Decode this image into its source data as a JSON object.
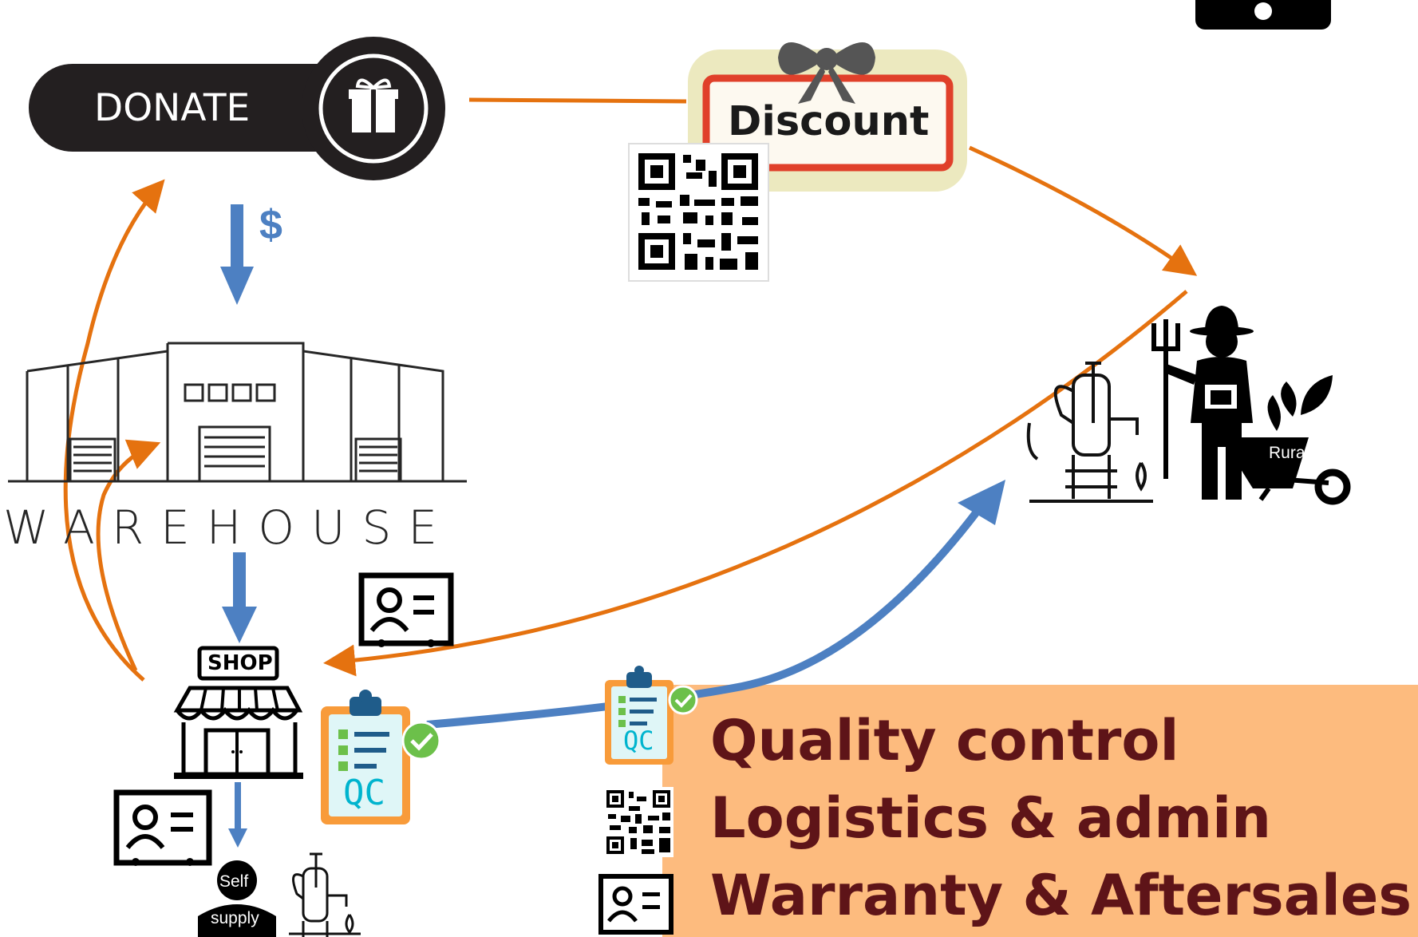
{
  "diagram": {
    "donate_label": "DONATE",
    "money_label": "$",
    "warehouse_label": "WAREHOUSE",
    "discount_label": "Discount",
    "shop_label": "SHOP",
    "rural_label": "Rural",
    "self_label": "Self",
    "supply_label": "supply",
    "qc_label": "QC",
    "legend": {
      "line1": "Quality control",
      "line2": "Logistics & admin",
      "line3": "Warranty & Aftersales"
    },
    "icons": [
      "gift-icon",
      "bow-icon",
      "qr-code-icon",
      "warehouse-icon",
      "shop-icon",
      "id-card-icon",
      "clipboard-check-icon",
      "water-pump-icon",
      "farmer-icon",
      "wheelbarrow-icon",
      "person-icon",
      "camera-icon"
    ],
    "colors": {
      "orange_flow": "#e5720f",
      "blue_flow": "#4d80c2",
      "legend_bg": "#fdbb7e",
      "legend_text": "#5e1418",
      "qc_orange": "#f89b3a",
      "qc_teal": "#00b4ce",
      "check_green": "#6cc04a"
    }
  }
}
